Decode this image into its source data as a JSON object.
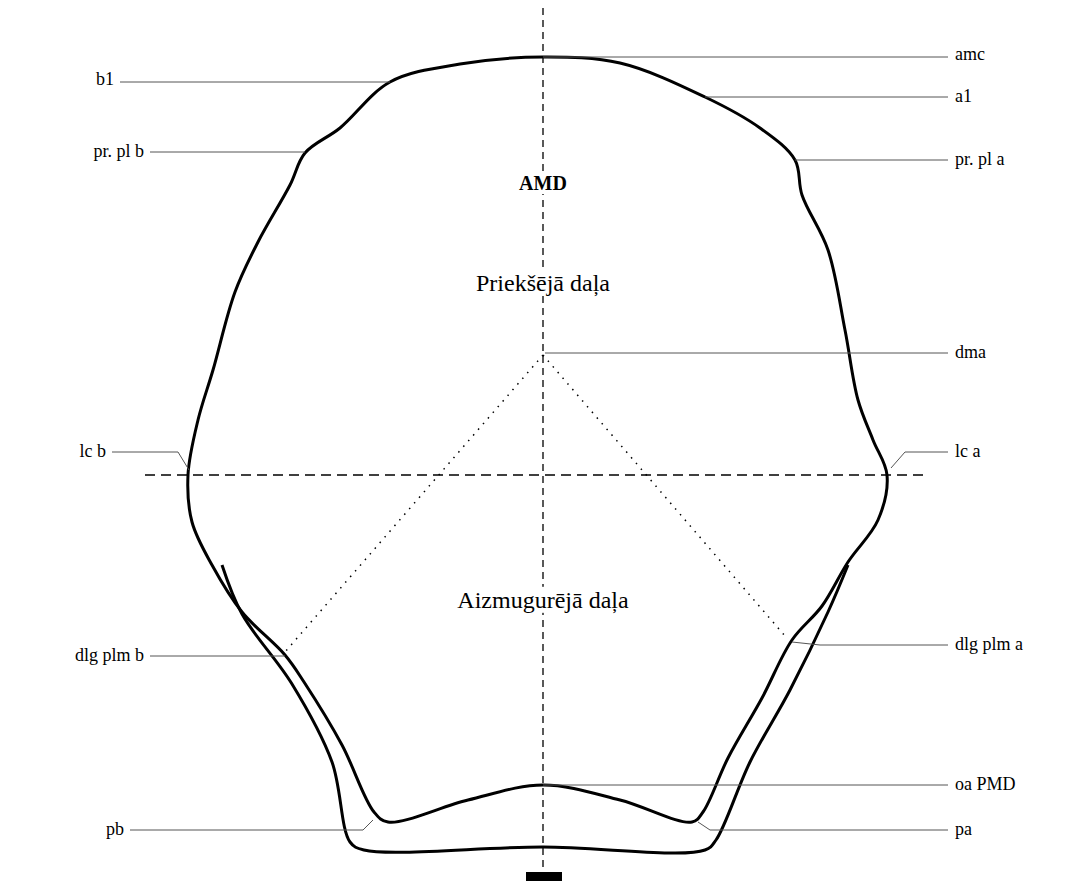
{
  "diagram": {
    "labels": [
      "amc",
      "b1",
      "a1",
      "pr. pl b",
      "pr. pl a",
      "AMD",
      "Priekšējā daļa",
      "dma",
      "lc b",
      "lc a",
      "Aizmugurējā daļa",
      "dlg plm b",
      "dlg plm a",
      "oa PMD",
      "pb",
      "pa"
    ]
  }
}
